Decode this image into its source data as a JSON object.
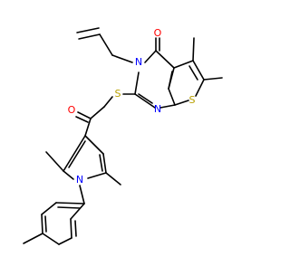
{
  "molecule": {
    "atom_labels": {
      "carbonyl_oxygen": "O",
      "ketone_oxygen": "O",
      "ring_nitrogen_3": "N",
      "ring_nitrogen_1": "N",
      "thioether_sulfur": "S",
      "thiophene_sulfur": "S",
      "pyrrole_nitrogen": "N"
    },
    "colors": {
      "bond": "#000000",
      "oxygen": "#ff0000",
      "nitrogen": "#0000ff",
      "sulfur": "#b8a000"
    }
  }
}
